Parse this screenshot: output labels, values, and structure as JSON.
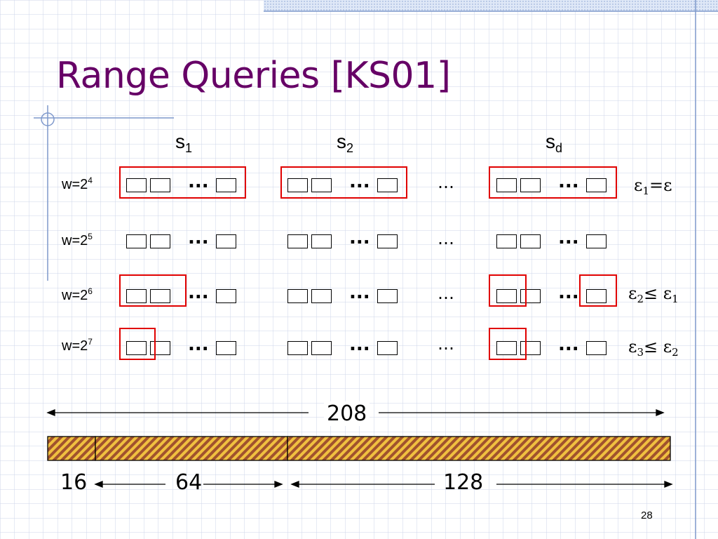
{
  "slide": {
    "title": "Range Queries [KS01]",
    "page_number": "28"
  },
  "columns": [
    "s",
    "s",
    "s"
  ],
  "column_subscripts": [
    "1",
    "2",
    "d"
  ],
  "rows": [
    {
      "label": "w=2",
      "exp": "4"
    },
    {
      "label": "w=2",
      "exp": "5"
    },
    {
      "label": "w=2",
      "exp": "6"
    },
    {
      "label": "w=2",
      "exp": "7"
    }
  ],
  "cell_ellipsis": "...",
  "column_gap_ellipsis": "…",
  "epsilon_labels": [
    {
      "a": "ε",
      "a_sub": "1",
      "op": "=",
      "b": "ε",
      "b_sub": ""
    },
    {
      "a": "ε",
      "a_sub": "2",
      "op": "≤ ",
      "b": "ε",
      "b_sub": "1"
    },
    {
      "a": "ε",
      "a_sub": "3",
      "op": "≤ ",
      "b": "ε",
      "b_sub": "2"
    }
  ],
  "bar": {
    "total_label": "208",
    "segment_labels": [
      "16",
      "64",
      "128"
    ]
  },
  "colors": {
    "title": "#660066",
    "highlight": "#e00000",
    "bar_fill": "#a0522d",
    "bar_stripe": "#f0c040",
    "grid": "#cdd6ea",
    "accent": "#7f99cc"
  }
}
